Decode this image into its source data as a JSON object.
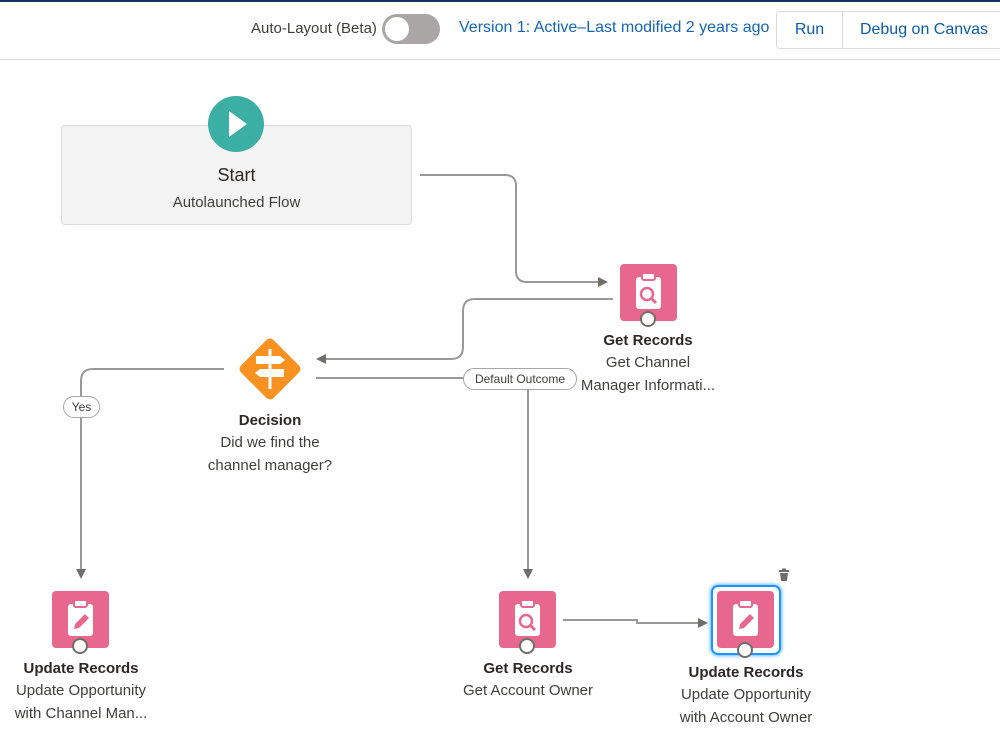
{
  "toolbar": {
    "auto_layout_label": "Auto-Layout (Beta)",
    "auto_layout_enabled": false,
    "version_text": "Version 1: Active–Last modified 2 years ago",
    "run_label": "Run",
    "debug_label": "Debug on Canvas"
  },
  "colors": {
    "start": "#3bafa4",
    "records": "#e8678f",
    "decision": "#f99221",
    "link": "#1565b4",
    "selected": "#1b96ff"
  },
  "nodes": {
    "start": {
      "title": "Start",
      "subtitle": "Autolaunched Flow",
      "icon": "play-icon"
    },
    "get_channel_manager": {
      "title": "Get Records",
      "line1": "Get Channel",
      "line2": "Manager Informati...",
      "icon": "record-lookup-icon"
    },
    "decision": {
      "title": "Decision",
      "line1": "Did we find the",
      "line2": "channel manager?",
      "icon": "decision-icon"
    },
    "update_channel_manager": {
      "title": "Update Records",
      "line1": "Update Opportunity",
      "line2": "with Channel Man...",
      "icon": "record-update-icon"
    },
    "get_account_owner": {
      "title": "Get Records",
      "line1": "Get Account Owner",
      "icon": "record-lookup-icon"
    },
    "update_account_owner": {
      "title": "Update Records",
      "line1": "Update Opportunity",
      "line2": "with Account Owner",
      "icon": "record-update-icon",
      "selected": true
    }
  },
  "outcomes": {
    "yes": "Yes",
    "default": "Default Outcome"
  }
}
